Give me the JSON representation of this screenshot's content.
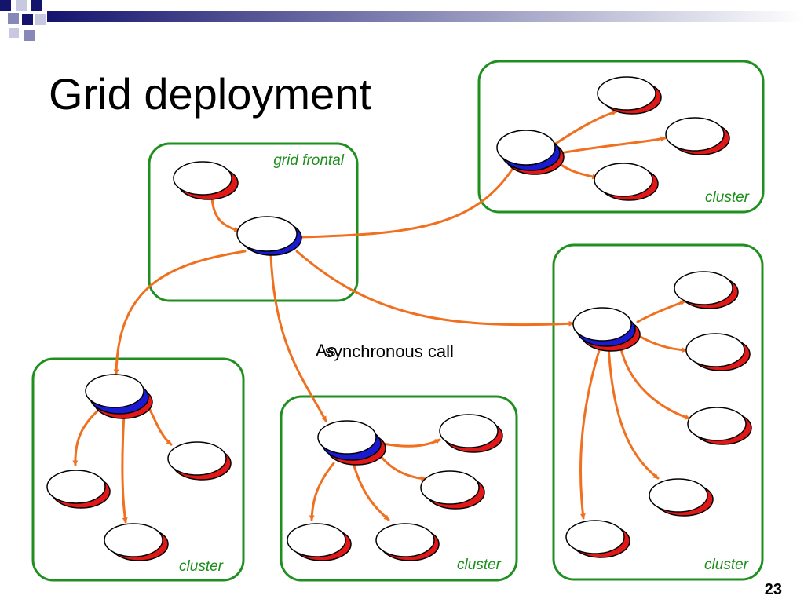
{
  "slide": {
    "title": "Grid deployment",
    "page_number": "23",
    "call_label_overlap": "As",
    "call_label": "synchronous call"
  },
  "groups": {
    "frontal": {
      "label": "grid frontal"
    },
    "top_right": {
      "label": "cluster"
    },
    "right": {
      "label": "cluster"
    },
    "bottom_left": {
      "label": "cluster"
    },
    "bottom_middle": {
      "label": "cluster"
    }
  },
  "colors": {
    "group_border": "#1f8f1f",
    "arrow": "#f07020",
    "node_shadow_red": "#e01818",
    "node_shadow_blue": "#1a1ad0",
    "label_green": "#1a8f1a",
    "header_navy": "#14146e"
  }
}
